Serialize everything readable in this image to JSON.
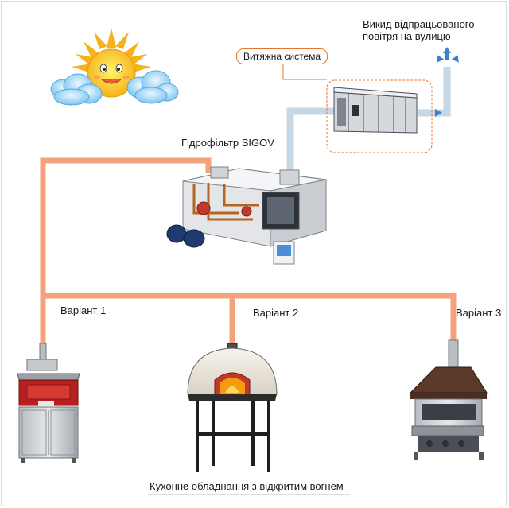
{
  "outlet": {
    "line1": "Викид відпрацьованого",
    "line2": "повітря на вулицю"
  },
  "exhaust_system": {
    "label": "Витяжна система"
  },
  "hydrofilter": {
    "label": "Гідрофільтр SIGOV"
  },
  "variants": [
    {
      "label": "Варіант 1"
    },
    {
      "label": "Варіант 2"
    },
    {
      "label": "Варіант 3"
    }
  ],
  "caption": "Кухонне обладнання з відкритим вогнем",
  "colors": {
    "hot_duct": "#f3a27c",
    "clean_duct": "#c6d7e6",
    "accent": "#e8752b",
    "arrow": "#3d7fd1"
  }
}
